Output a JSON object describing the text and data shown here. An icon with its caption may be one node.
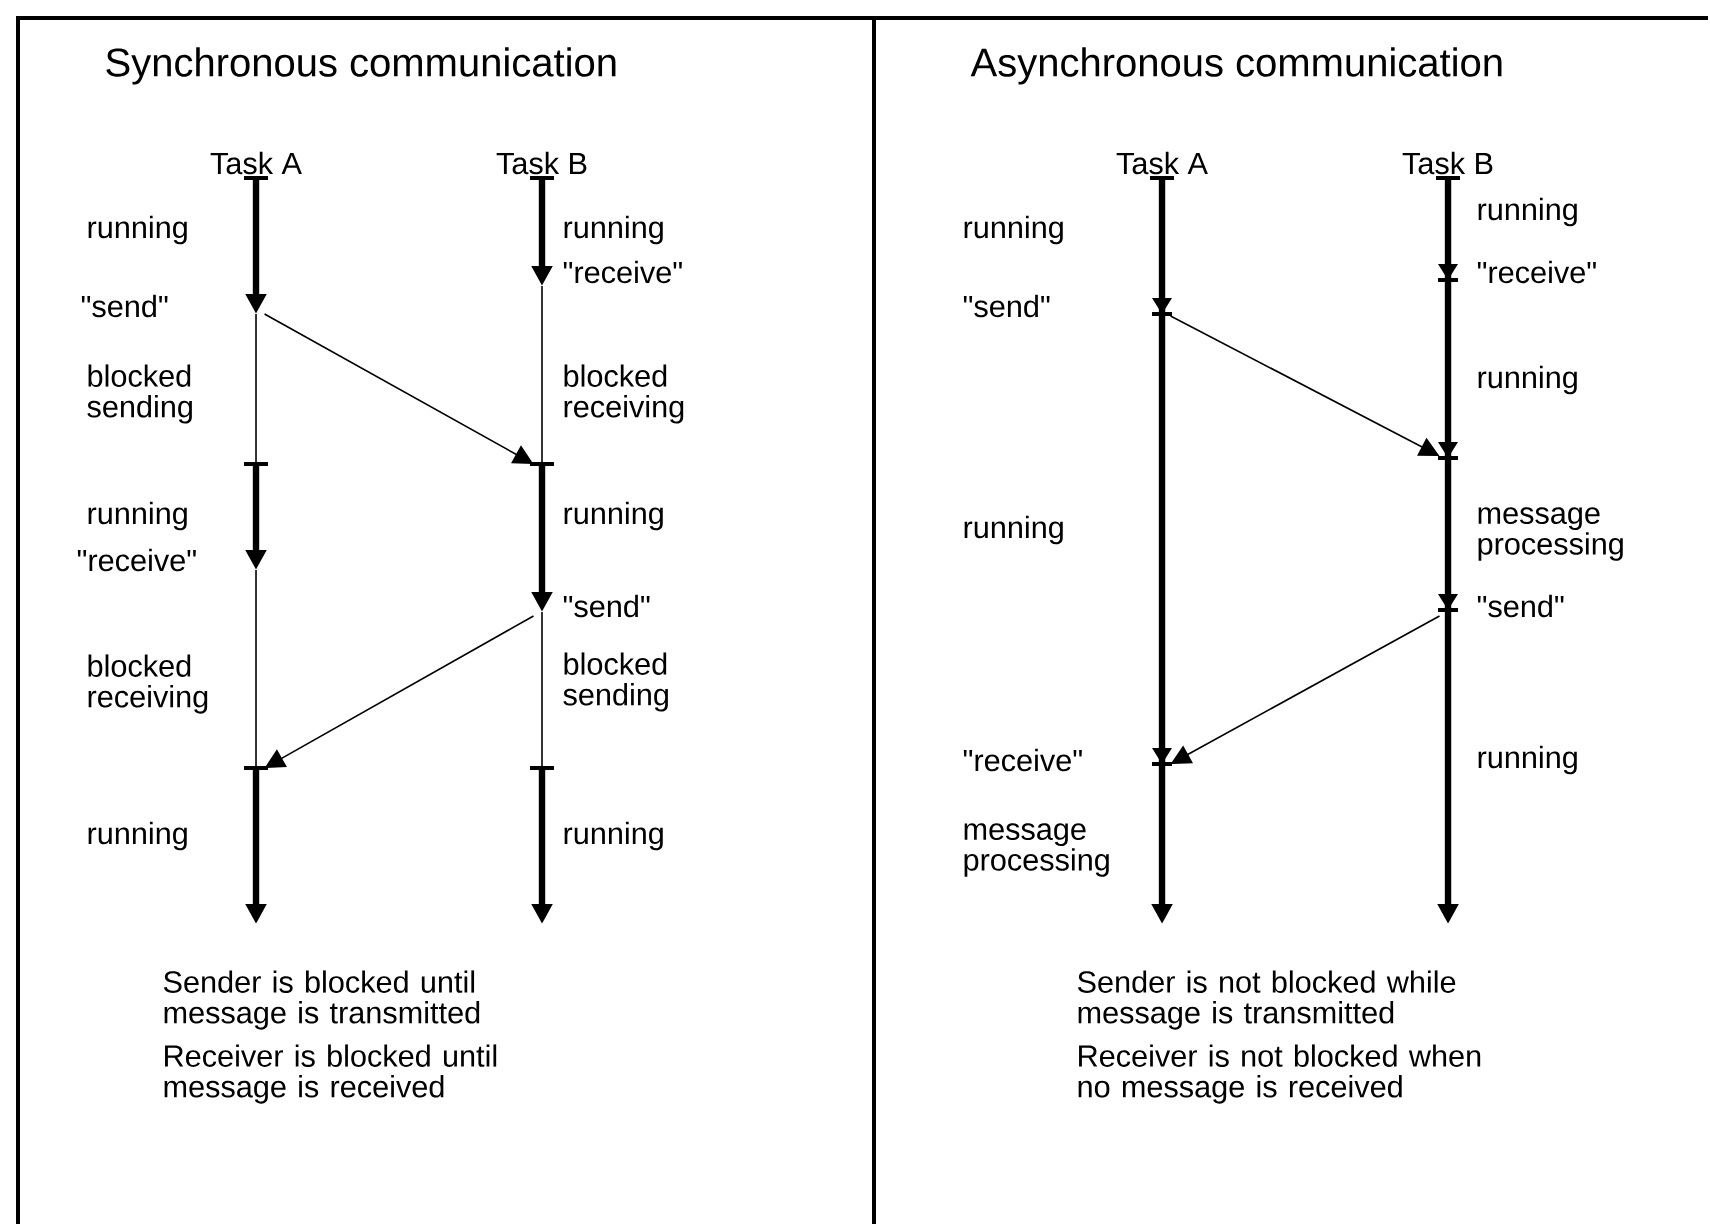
{
  "diagram": {
    "nodes": [
      {
        "text": [
          "Synchronous communication",
          "Sender is blocked until message is transmitted",
          "Receiver is blocked until message is received"
        ]
      },
      {
        "text": [
          "Task A"
        ],
        "in": 0,
        "beside": [
          "running",
          "\"send\"",
          "blocked sending",
          "running",
          "\"receive\"",
          "blocked receiving",
          "running"
        ]
      },
      {
        "text": [
          "Task B"
        ],
        "in": 0,
        "beside": [
          "running",
          "\"receive\"",
          "blocked receiving",
          "running",
          "\"send\"",
          "blocked sending",
          "running"
        ]
      },
      {
        "text": [
          "Asynchronous communication",
          "Sender is not blocked while message is transmitted",
          "Receiver is not blocked when no message is received"
        ]
      },
      {
        "text": [
          "Task A"
        ],
        "in": 3,
        "beside": [
          "running",
          "\"send\"",
          "running",
          "\"receive\"",
          "message processing"
        ]
      },
      {
        "text": [
          "Task B"
        ],
        "in": 3,
        "beside": [
          "running",
          "\"receive\"",
          "running",
          "message processing",
          "\"send\"",
          "running"
        ]
      }
    ],
    "edges": [
      {
        "from": 1,
        "to": 2,
        "arrow": "to"
      },
      {
        "from": 2,
        "to": 1,
        "arrow": "to"
      },
      {
        "from": 4,
        "to": 5,
        "arrow": "to"
      },
      {
        "from": 5,
        "to": 4,
        "arrow": "to"
      }
    ]
  }
}
